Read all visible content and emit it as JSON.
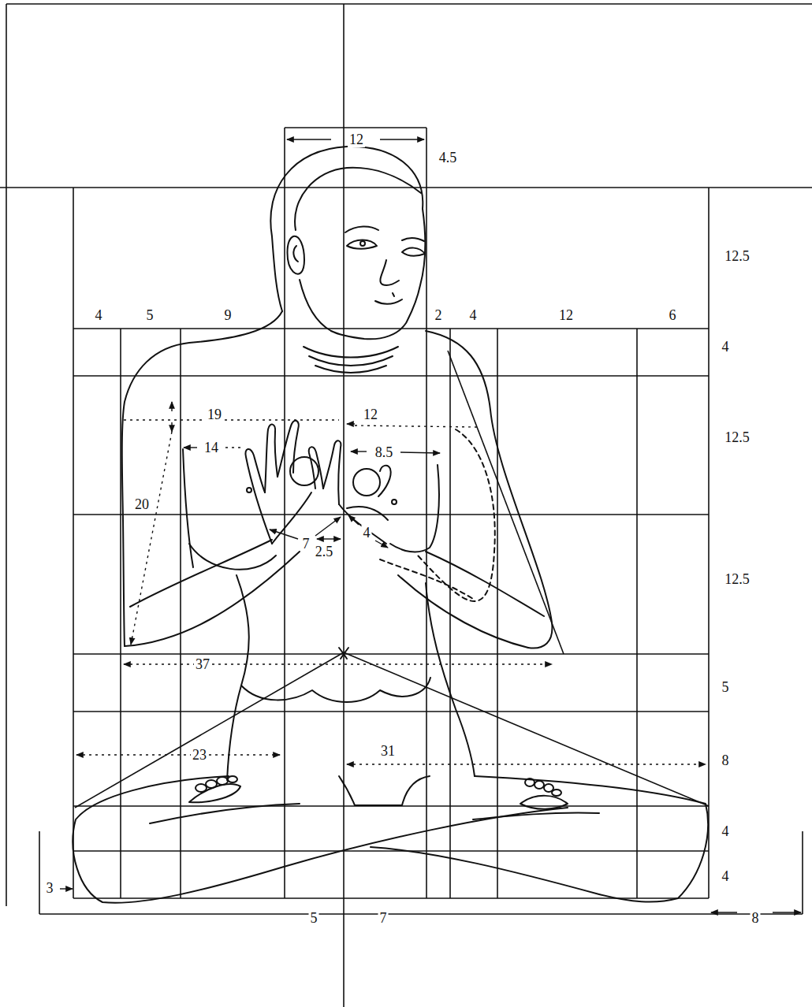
{
  "diagram": {
    "labels": [
      "12",
      "4.5",
      "12.5",
      "4",
      "5",
      "9",
      "2",
      "4",
      "12",
      "6",
      "4",
      "19",
      "12",
      "12.5",
      "14",
      "8.5",
      "20",
      "7",
      "4",
      "2.5",
      "12.5",
      "37",
      "5",
      "23",
      "31",
      "8",
      "4",
      "3",
      "4",
      "5",
      "7",
      "8"
    ]
  }
}
